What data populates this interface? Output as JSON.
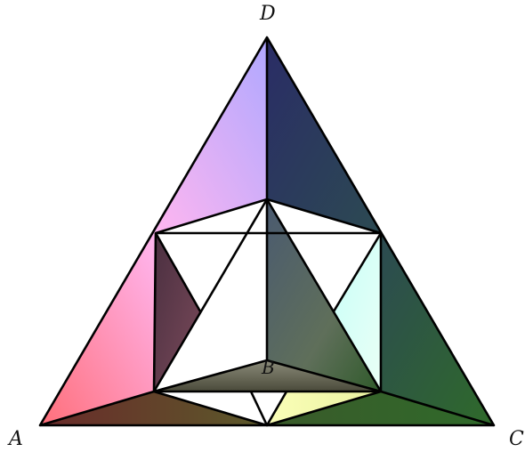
{
  "diagram": {
    "vertex_labels": {
      "A": "A",
      "B": "B",
      "C": "C",
      "D": "D"
    },
    "colors": {
      "A": "#ff5a6e",
      "B": "#8a8a7a",
      "C": "#2f6a2a",
      "D": "#2b2f6e",
      "mid_AB": "#3d2f45",
      "pink": "#ffb0ff",
      "lavender": "#b9a8ff",
      "cyan": "#c8fff8",
      "yellow": "#fbffb8",
      "hole": "#ffffff"
    }
  }
}
